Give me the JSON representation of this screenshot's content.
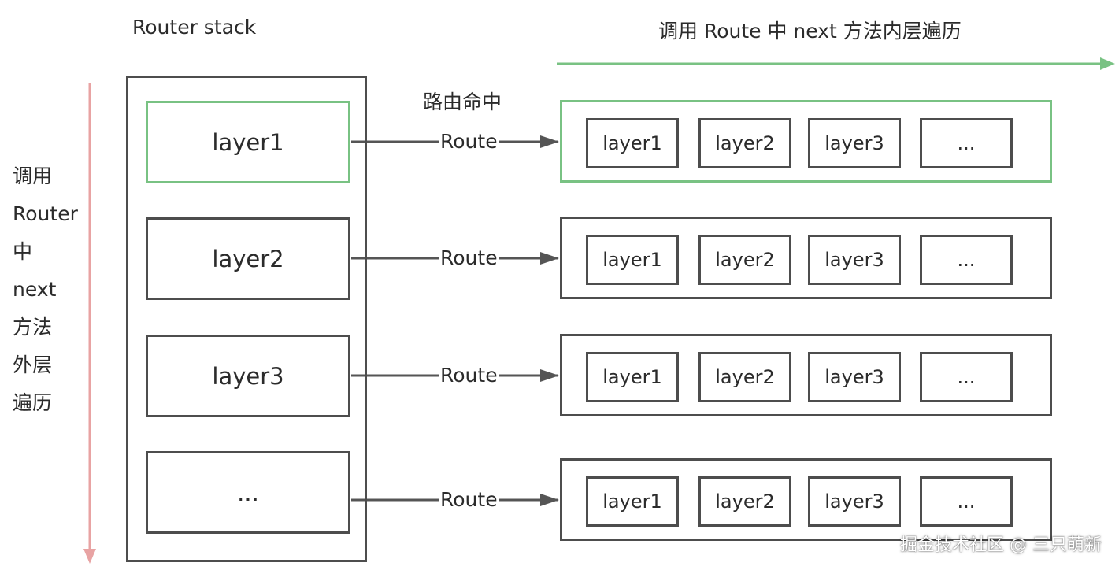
{
  "labels": {
    "stack_title": "Router stack",
    "top_direction": "调用 Route 中 next 方法内层遍历",
    "route_hit": "路由命中",
    "left_direction": [
      "调用",
      "Router",
      "中",
      "next",
      "方法",
      "外层",
      "遍历"
    ]
  },
  "router_stack": {
    "layers": [
      {
        "label": "layer1",
        "hit": true
      },
      {
        "label": "layer2",
        "hit": false
      },
      {
        "label": "layer3",
        "hit": false
      },
      {
        "label": "...",
        "hit": false
      }
    ]
  },
  "routes": [
    {
      "connector": "Route",
      "hit": true,
      "layers": [
        "layer1",
        "layer2",
        "layer3",
        "..."
      ]
    },
    {
      "connector": "Route",
      "hit": false,
      "layers": [
        "layer1",
        "layer2",
        "layer3",
        "..."
      ]
    },
    {
      "connector": "Route",
      "hit": false,
      "layers": [
        "layer1",
        "layer2",
        "layer3",
        "..."
      ]
    },
    {
      "connector": "Route",
      "hit": false,
      "layers": [
        "layer1",
        "layer2",
        "layer3",
        "..."
      ]
    }
  ],
  "watermark": "掘金技术社区 @ 三只萌新",
  "colors": {
    "hit_border": "#79c283",
    "normal_border": "#4d4d4d",
    "outer_arrow": "#e8a3a3",
    "inner_arrow": "#79c283",
    "connector": "#555555"
  }
}
